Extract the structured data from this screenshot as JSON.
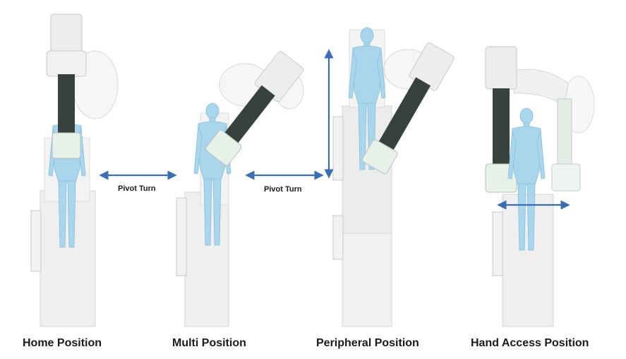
{
  "positions": [
    {
      "label": "Home Position"
    },
    {
      "label": "Multi Position"
    },
    {
      "label": "Peripheral Position"
    },
    {
      "label": "Hand Access Position"
    }
  ],
  "transitions": [
    {
      "label": "Pivot Turn"
    },
    {
      "label": "Pivot Turn"
    }
  ],
  "colors": {
    "arrow": "#3b6db5",
    "table": "#efefef",
    "table_edge": "#d6d6d6",
    "patient": "#a9d6ec",
    "patient_edge": "#86bfdc",
    "arm": "#ededed",
    "arm_edge": "#c9c9c9",
    "detector": "#37423c"
  }
}
